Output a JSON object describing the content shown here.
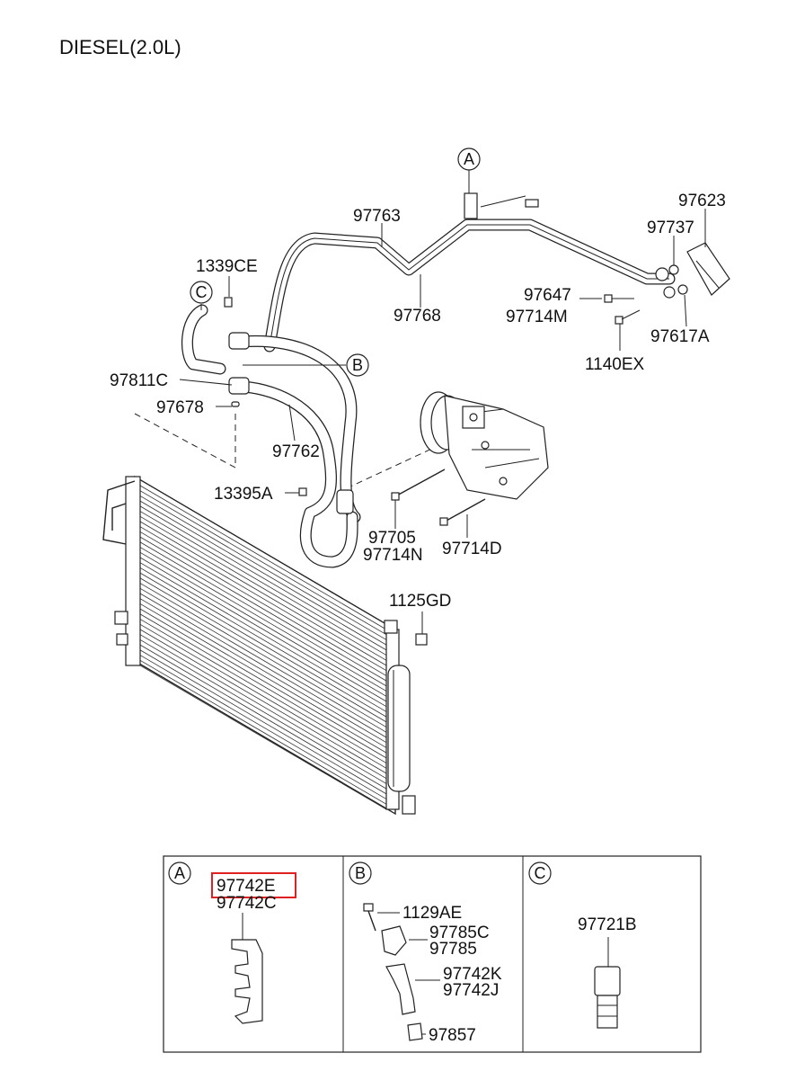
{
  "title": "DIESEL(2.0L)",
  "callouts": {
    "A": "A",
    "B": "B",
    "C": "C"
  },
  "labels": {
    "p97763": "97763",
    "p97768": "97768",
    "p97623": "97623",
    "p97737": "97737",
    "p97647": "97647",
    "p97714M": "97714M",
    "p97617A": "97617A",
    "p1140EX": "1140EX",
    "p1339CE": "1339CE",
    "p97811C": "97811C",
    "p97678": "97678",
    "p97762": "97762",
    "p13395A": "13395A",
    "p97705": "97705",
    "p97714N": "97714N",
    "p97714D": "97714D",
    "p1125GD": "1125GD"
  },
  "detail_boxes": {
    "A": {
      "letter": "A",
      "part1": "97742E",
      "part2": "97742C",
      "highlighted": "97742E",
      "highlight_color": "#e02020"
    },
    "B": {
      "letter": "B",
      "parts": [
        "1129AE",
        "97785C",
        "97785",
        "97742K",
        "97742J",
        "97857"
      ]
    },
    "C": {
      "letter": "C",
      "part1": "97721B"
    }
  }
}
